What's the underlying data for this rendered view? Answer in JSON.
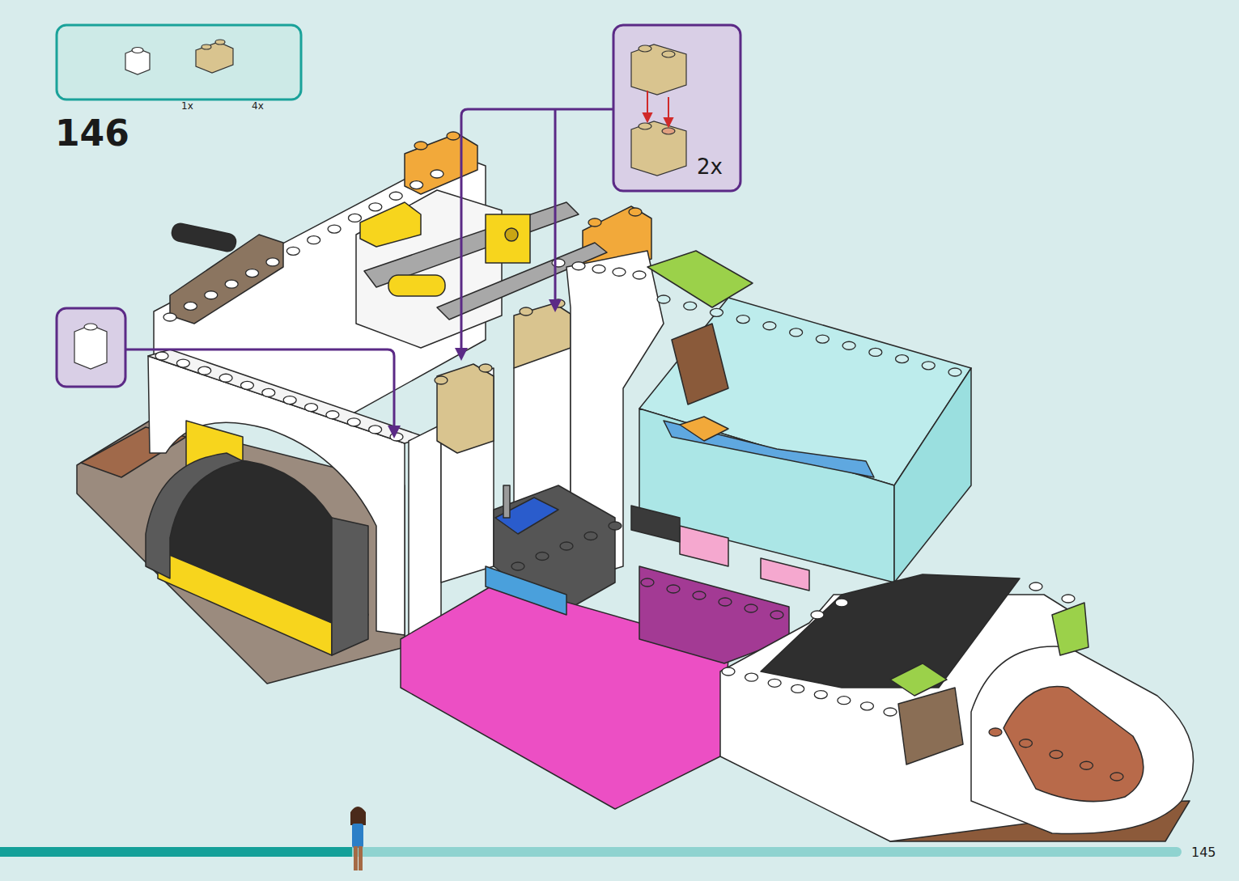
{
  "diagram": {
    "nodes": [
      {
        "text": [
          "1x",
          "4x"
        ]
      },
      {
        "text": [
          "2x"
        ]
      }
    ],
    "labels": [
      "146",
      "145"
    ]
  }
}
